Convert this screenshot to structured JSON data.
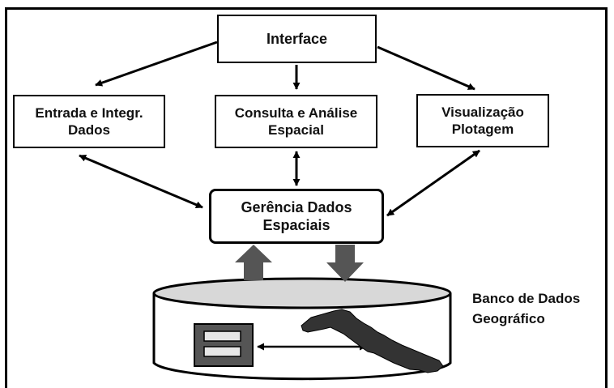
{
  "nodes": {
    "interface": {
      "line1": "Interface"
    },
    "entrada": {
      "line1": "Entrada e Integr.",
      "line2": "Dados"
    },
    "consulta": {
      "line1": "Consulta e Análise",
      "line2": "Espacial"
    },
    "visualizacao": {
      "line1": "Visualização",
      "line2": "Plotagem"
    },
    "gerencia": {
      "line1": "Gerência Dados",
      "line2": "Espaciais"
    }
  },
  "database": {
    "line1": "Banco de Dados",
    "line2": "Geográfico"
  },
  "colors": {
    "stroke": "#000000",
    "cylinder_top": "#d8d8d8",
    "block_arrow": "#555555",
    "map_fill": "#333333"
  }
}
